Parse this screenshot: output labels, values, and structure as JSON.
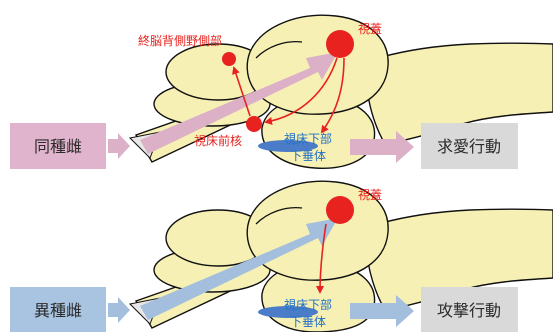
{
  "colors": {
    "brain_fill": "#f7f0b4",
    "brain_stroke": "#111111",
    "nucleus_red": "#e8231f",
    "label_red": "#e8231f",
    "label_blue": "#1f6fc4",
    "hypothalamus_fill": "#4a7cc7",
    "pink_box": "#e0b4cc",
    "pink_arrow": "#dcb1c8",
    "blue_box": "#a9c4e0",
    "blue_arrow": "#a3bfdd",
    "grey_box": "#d9d9d9"
  },
  "top": {
    "stimulus": "同種雌",
    "behavior": "求愛行動",
    "labels": {
      "optic_tectum": "視蓋",
      "dorsal_telencephalon": "終脳背側野側部",
      "anterior_thalamus": "視床前核",
      "hypothalamus_line1": "視床下部",
      "hypothalamus_line2": "下垂体"
    }
  },
  "bottom": {
    "stimulus": "異種雌",
    "behavior": "攻撃行動",
    "labels": {
      "optic_tectum": "視蓋",
      "hypothalamus_line1": "視床下部",
      "hypothalamus_line2": "下垂体"
    }
  }
}
